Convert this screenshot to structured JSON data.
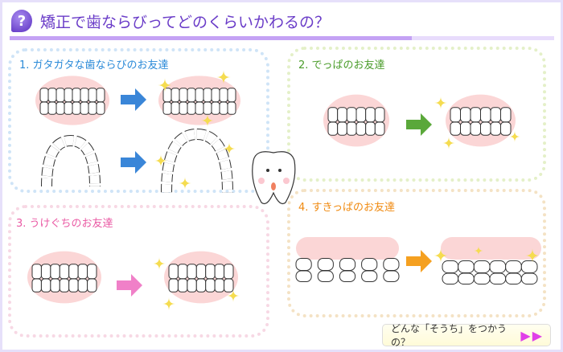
{
  "title": "矯正で歯ならびってどのくらいかわるの？",
  "sections": [
    {
      "label": "1. ガタガタな歯ならびのお友達"
    },
    {
      "label": "2. でっぱのお友達"
    },
    {
      "label": "3. うけぐちのお友達"
    },
    {
      "label": "4. すきっぱのお友達"
    }
  ],
  "button": {
    "label": "どんな「そうち」をつかうの？",
    "arrows": "▶▶"
  },
  "colors": {
    "accent": "#6a3cc8",
    "arrow1": "#3a86d8",
    "arrow2": "#5aa83a",
    "arrow3": "#f080c8",
    "arrow4": "#f5a020",
    "sparkle": "#f5dc50",
    "gum": "#fbd6d6"
  }
}
